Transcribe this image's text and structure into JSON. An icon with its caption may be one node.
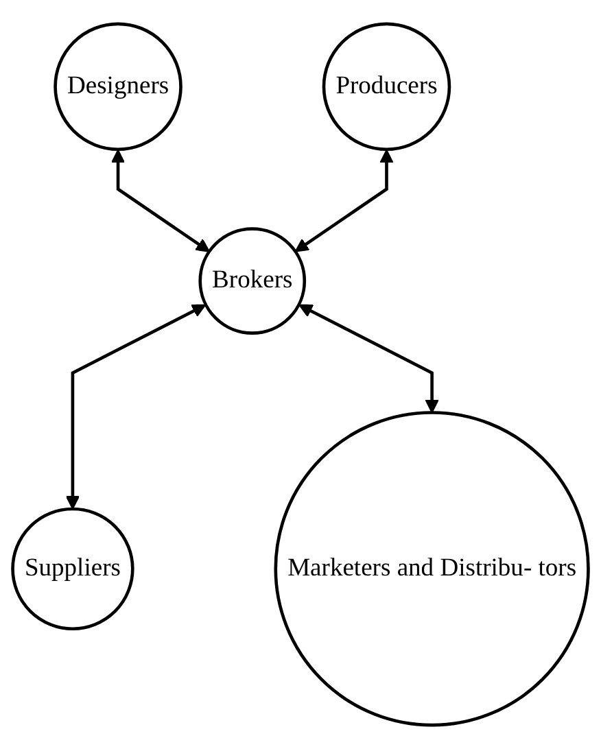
{
  "diagram": {
    "nodes": [
      {
        "text": [
          "Designers"
        ]
      },
      {
        "text": [
          "Producers"
        ]
      },
      {
        "text": [
          "Brokers"
        ]
      },
      {
        "text": [
          "Suppliers"
        ]
      },
      {
        "text": [
          "Marketers and Distribu- tors"
        ]
      }
    ],
    "edges": [
      {
        "from": 0,
        "to": 2,
        "arrow": "both"
      },
      {
        "from": 1,
        "to": 2,
        "arrow": "both"
      },
      {
        "from": 2,
        "to": 3,
        "arrow": "both"
      },
      {
        "from": 2,
        "to": 4,
        "arrow": "both"
      }
    ]
  }
}
